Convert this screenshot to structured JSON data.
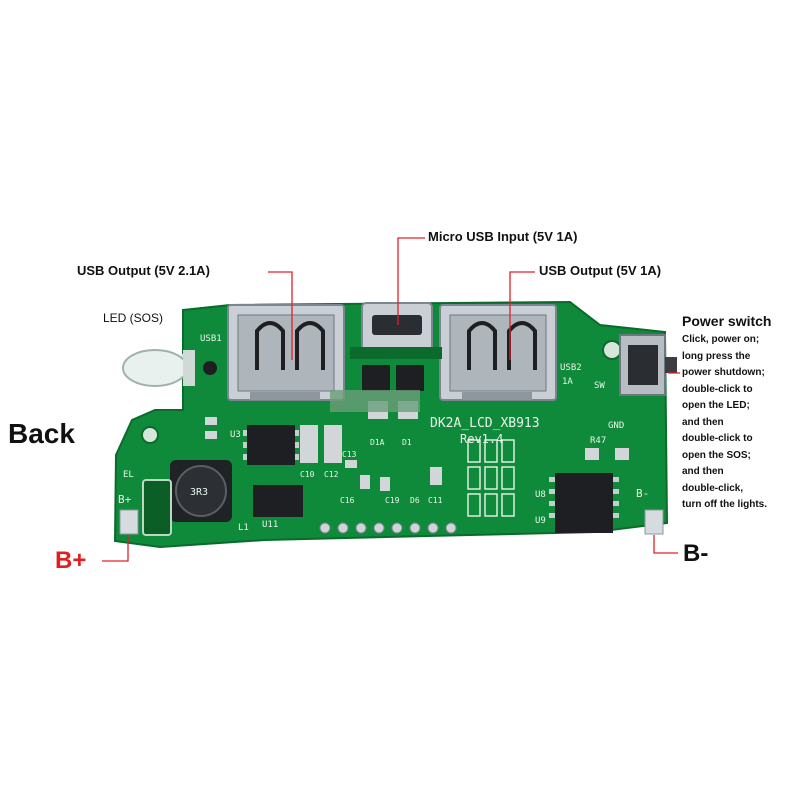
{
  "labels": {
    "micro_usb_input": "Micro USB Input (5V 1A)",
    "usb_output_left": "USB Output (5V 2.1A)",
    "usb_output_right": "USB Output (5V 1A)",
    "led_sos": "LED (SOS)",
    "power_switch": "Power switch",
    "back": "Back",
    "b_plus": "B+",
    "b_minus": "B-"
  },
  "power_switch_notes": [
    "Click, power on;",
    "long press the",
    "power shutdown;",
    " double-click to",
    "open the LED;",
    "and then",
    "double-click to",
    "open the SOS;",
    " and then",
    "double-click,",
    " turn off the lights."
  ],
  "silkscreen": {
    "board_name": "DK2A_LCD_XB913",
    "revision": "Rev1.4",
    "usb1": "USB1",
    "usb2": "USB2",
    "usb2_rating": "1A",
    "sw": "SW",
    "gnd": "GND",
    "r47": "R47",
    "b_plus": "B+",
    "b_minus": "B-",
    "l1": "L1",
    "u3": "U3",
    "u8": "U8",
    "u9": "U9",
    "u11": "U11",
    "c10": "C10",
    "c12": "C12",
    "c13": "C13",
    "c16": "C16",
    "c19": "C19",
    "c11": "C11",
    "d1": "D1",
    "d1a": "D1A",
    "d6": "D6",
    "el": "EL",
    "inductor_code": "3R3"
  },
  "colors": {
    "pcb": "#0f8a3a",
    "pcb_dark": "#0a6b2c",
    "leader_line": "#e0202a",
    "pole_label": "#e02020",
    "text": "#111111"
  }
}
